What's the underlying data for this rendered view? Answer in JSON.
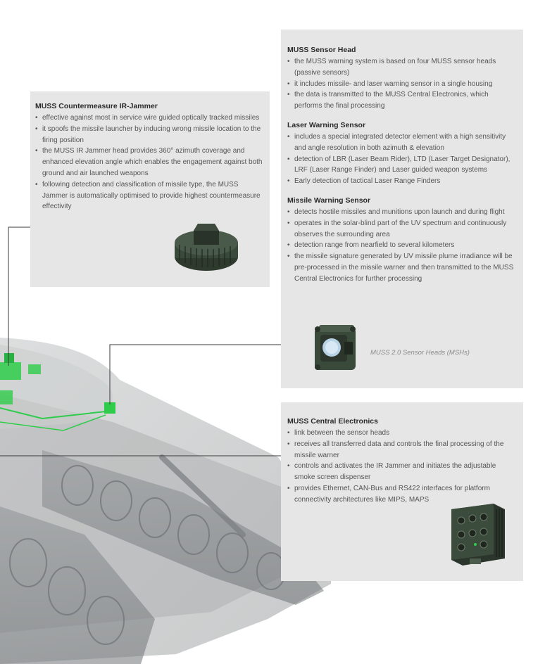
{
  "jammer": {
    "title": "MUSS Countermeasure IR-Jammer",
    "bullets": [
      "effective against most in service wire guided optically tracked missiles",
      "it spoofs the missile launcher by inducing wrong missile location to the firing position",
      "the MUSS IR Jammer head provides 360° azimuth coverage and enhanced elevation angle which enables the engagement against both ground and air launched weapons",
      "following detection and classification of missile type, the MUSS Jammer is automatically optimised to provide highest countermeasure effectivity"
    ]
  },
  "sensor_head": {
    "title": "MUSS Sensor Head",
    "bullets": [
      "the MUSS warning system is based on four MUSS sensor heads (passive sensors)",
      "it includes missile- and laser warning sensor in a single housing",
      "the data is transmitted to the MUSS Central Electronics, which performs the final processing"
    ]
  },
  "laser_warning": {
    "title": "Laser Warning Sensor",
    "bullets": [
      "includes a special integrated detector element with a high sensitivity and angle resolution in both azimuth & elevation",
      "detection of LBR (Laser Beam Rider), LTD (Laser Target Designator), LRF (Laser Range Finder) and Laser guided weapon systems",
      "Early detection of tactical Laser Range Finders"
    ]
  },
  "missile_warning": {
    "title": "Missile Warning Sensor",
    "bullets": [
      "detects hostile missiles and munitions upon launch and during flight",
      "operates in the solar-blind part of the UV spectrum and continuously observes the surrounding area",
      "detection range from nearfield to several kilometers",
      "the missile signature generated by UV missile plume irradiance will be pre-processed in the missile warner and then transmitted to the MUSS Central Electronics for further processing"
    ]
  },
  "sensor_caption": "MUSS 2.0 Sensor Heads (MSHs)",
  "central": {
    "title": "MUSS Central Electronics",
    "bullets": [
      "link between the sensor heads",
      "receives all transferred data and controls the final processing of the missile warner",
      "controls and activates the IR Jammer and initiates the adjustable smoke screen dispenser",
      "provides Ethernet, CAN-Bus and RS422 interfaces for platform connectivity architectures like MIPS, MAPS"
    ]
  },
  "colors": {
    "panel": "#e6e6e6",
    "accent_green": "#2ecc4a",
    "device_green": "#3a4a3a"
  }
}
